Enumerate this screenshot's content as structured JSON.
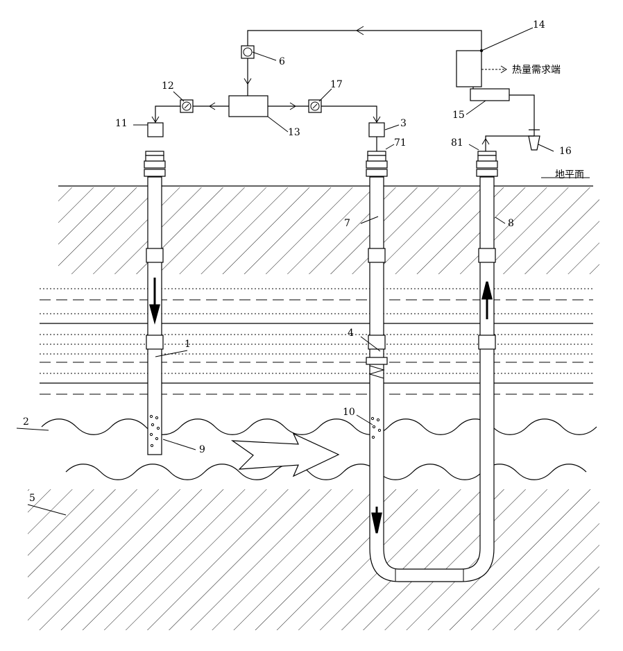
{
  "labels": {
    "ground_surface": "地平面",
    "heat_demand": "热量需求端",
    "n1": "1",
    "n2": "2",
    "n3": "3",
    "n4": "4",
    "n5": "5",
    "n6": "6",
    "n7": "7",
    "n71": "71",
    "n8": "8",
    "n81": "81",
    "n9": "9",
    "n10": "10",
    "n11": "11",
    "n12": "12",
    "n13": "13",
    "n14": "14",
    "n15": "15",
    "n16": "16",
    "n17": "17"
  },
  "colors": {
    "line": "#000000",
    "background": "#ffffff"
  }
}
